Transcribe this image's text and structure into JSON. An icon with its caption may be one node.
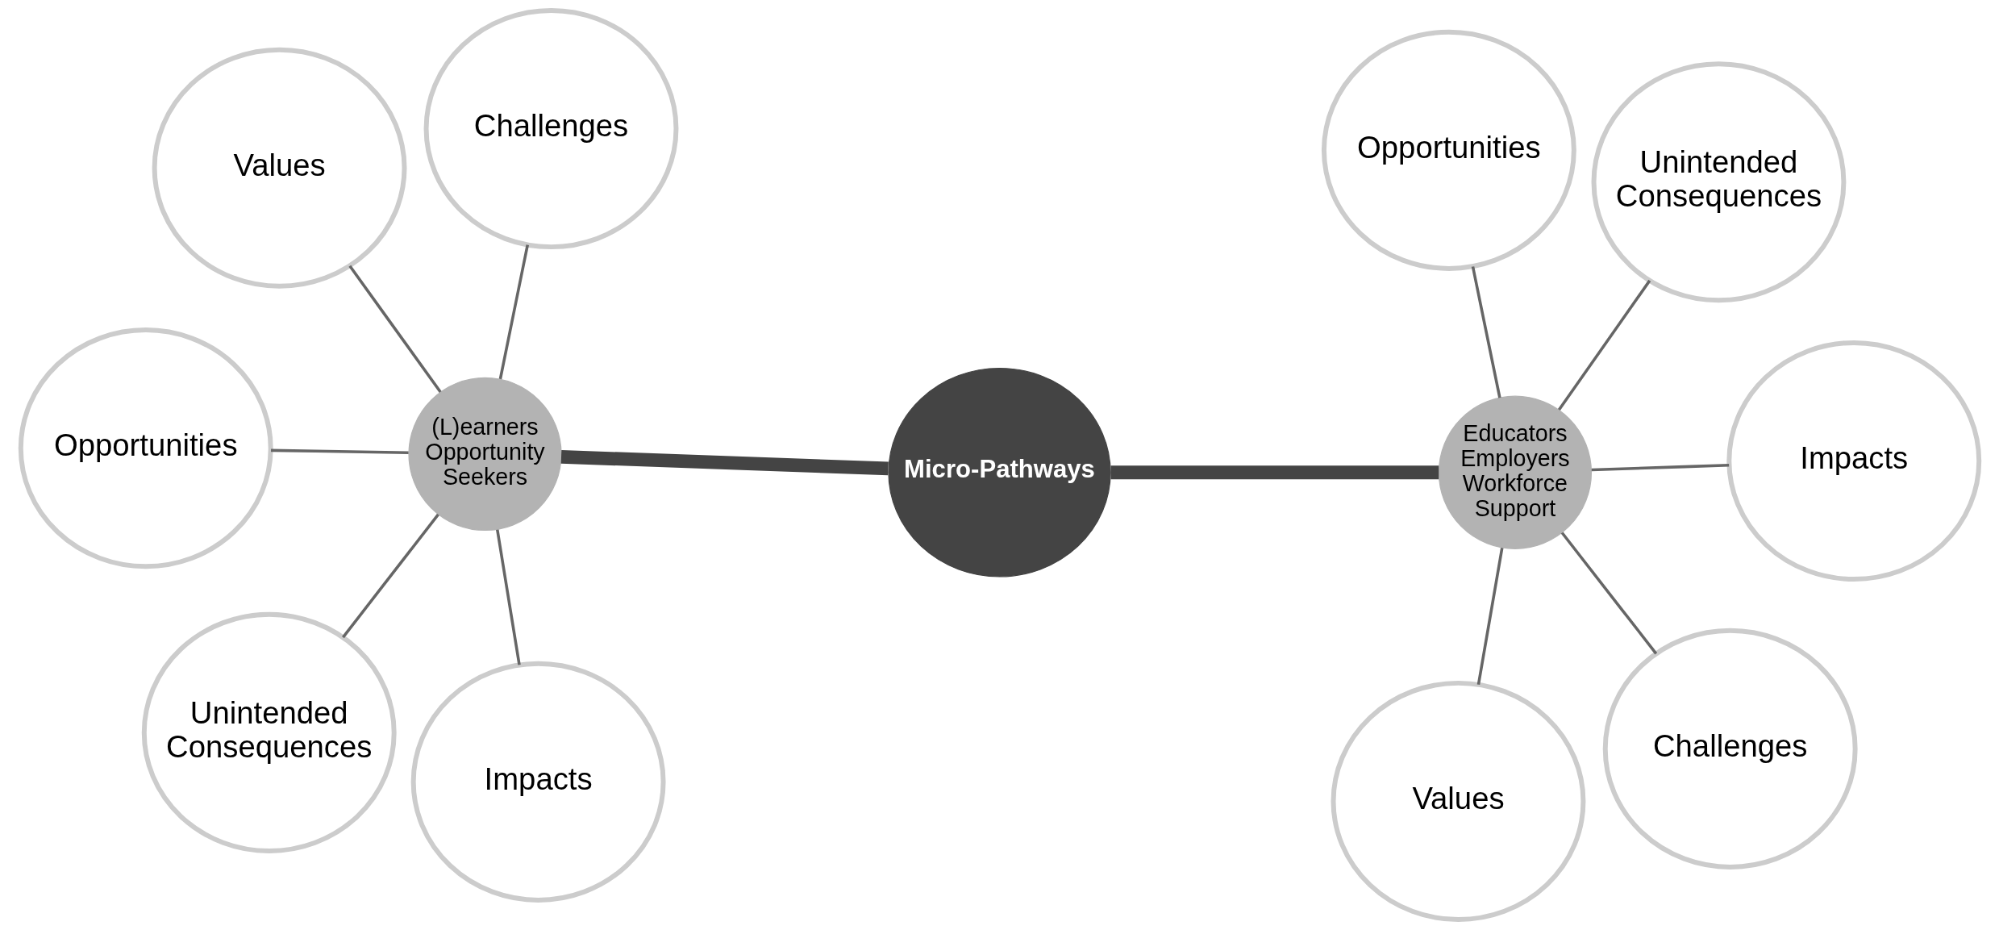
{
  "diagram": {
    "nodes": [
      {
        "text": [
          "Micro-Pathways"
        ]
      },
      {
        "text": [
          "(L)earners",
          "Opportunity Seekers"
        ]
      },
      {
        "text": [
          "Impacts"
        ]
      },
      {
        "text": [
          "Values"
        ]
      },
      {
        "text": [
          "Challenges"
        ]
      },
      {
        "text": [
          "Opportunities"
        ]
      },
      {
        "text": [
          "Unintended Consequences"
        ]
      },
      {
        "text": [
          "Educators Employers Workforce Support"
        ]
      },
      {
        "text": [
          "Values"
        ]
      },
      {
        "text": [
          "Impacts"
        ]
      },
      {
        "text": [
          "Challenges"
        ]
      },
      {
        "text": [
          "Opportunities"
        ]
      },
      {
        "text": [
          "Unintended Consequences"
        ]
      }
    ],
    "edges": [
      {
        "from": 1,
        "to": 0,
        "arrow": "none",
        "style": "thick",
        "color": "#444444"
      },
      {
        "from": 0,
        "to": 7,
        "arrow": "none",
        "style": "thick",
        "color": "#444444"
      },
      {
        "from": 1,
        "to": 2,
        "arrow": "none"
      },
      {
        "from": 1,
        "to": 3,
        "arrow": "none"
      },
      {
        "from": 1,
        "to": 4,
        "arrow": "none"
      },
      {
        "from": 1,
        "to": 5,
        "arrow": "none"
      },
      {
        "from": 1,
        "to": 6,
        "arrow": "none"
      },
      {
        "from": 7,
        "to": 8,
        "arrow": "none"
      },
      {
        "from": 7,
        "to": 9,
        "arrow": "none"
      },
      {
        "from": 7,
        "to": 10,
        "arrow": "none"
      },
      {
        "from": 7,
        "to": 11,
        "arrow": "none"
      },
      {
        "from": 7,
        "to": 12,
        "arrow": "none"
      }
    ]
  }
}
